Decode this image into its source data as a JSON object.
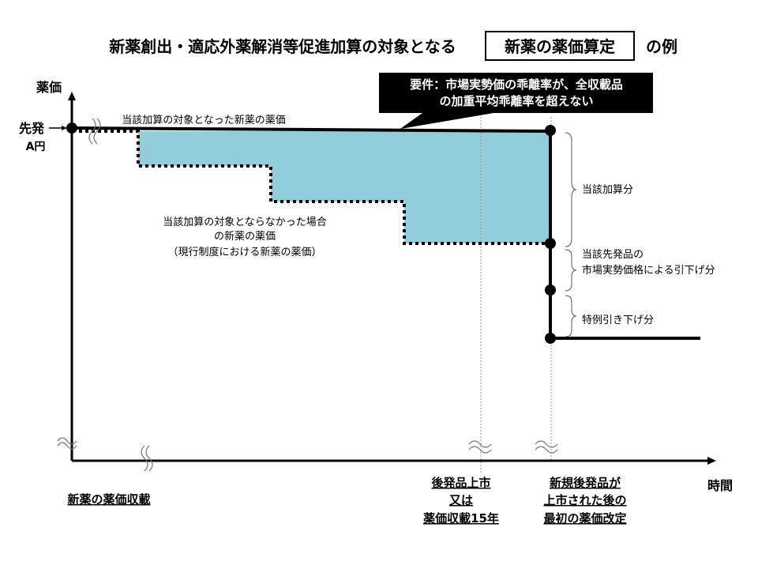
{
  "title": {
    "prefix": "新薬創出・適応外薬解消等促進加算の対象となる",
    "boxed": "新薬の薬価算定",
    "suffix": "の例"
  },
  "axes": {
    "y_label": "薬価",
    "x_label": "時間",
    "start_price_line1": "先発",
    "start_price_line2": "A円"
  },
  "callout": {
    "line1": "要件：市場実勢価の乖離率が、全収載品",
    "line2": "の加重平均乖離率を超えない"
  },
  "labels": {
    "with_premium": "当該加算の対象となった新薬の薬価",
    "without_premium_line1": "当該加算の対象とならなかった場合",
    "without_premium_line2": "の新薬の薬価",
    "without_premium_line3": "（現行制度における新薬の薬価）",
    "premium_portion": "当該加算分",
    "market_reduction_line1": "当該先発品の",
    "market_reduction_line2": "市場実勢価格による引下げ分",
    "special_reduction": "特例引き下げ分"
  },
  "timeline": {
    "listing": "新薬の薬価収載",
    "generic_line1": "後発品上市",
    "generic_line2": "又は",
    "generic_line3": "薬価収載15年",
    "revision_line1": "新規後発品が",
    "revision_line2": "上市された後の",
    "revision_line3": "最初の薬価改定"
  },
  "colors": {
    "premium_fill": "#92CDDC",
    "line": "#000000"
  }
}
